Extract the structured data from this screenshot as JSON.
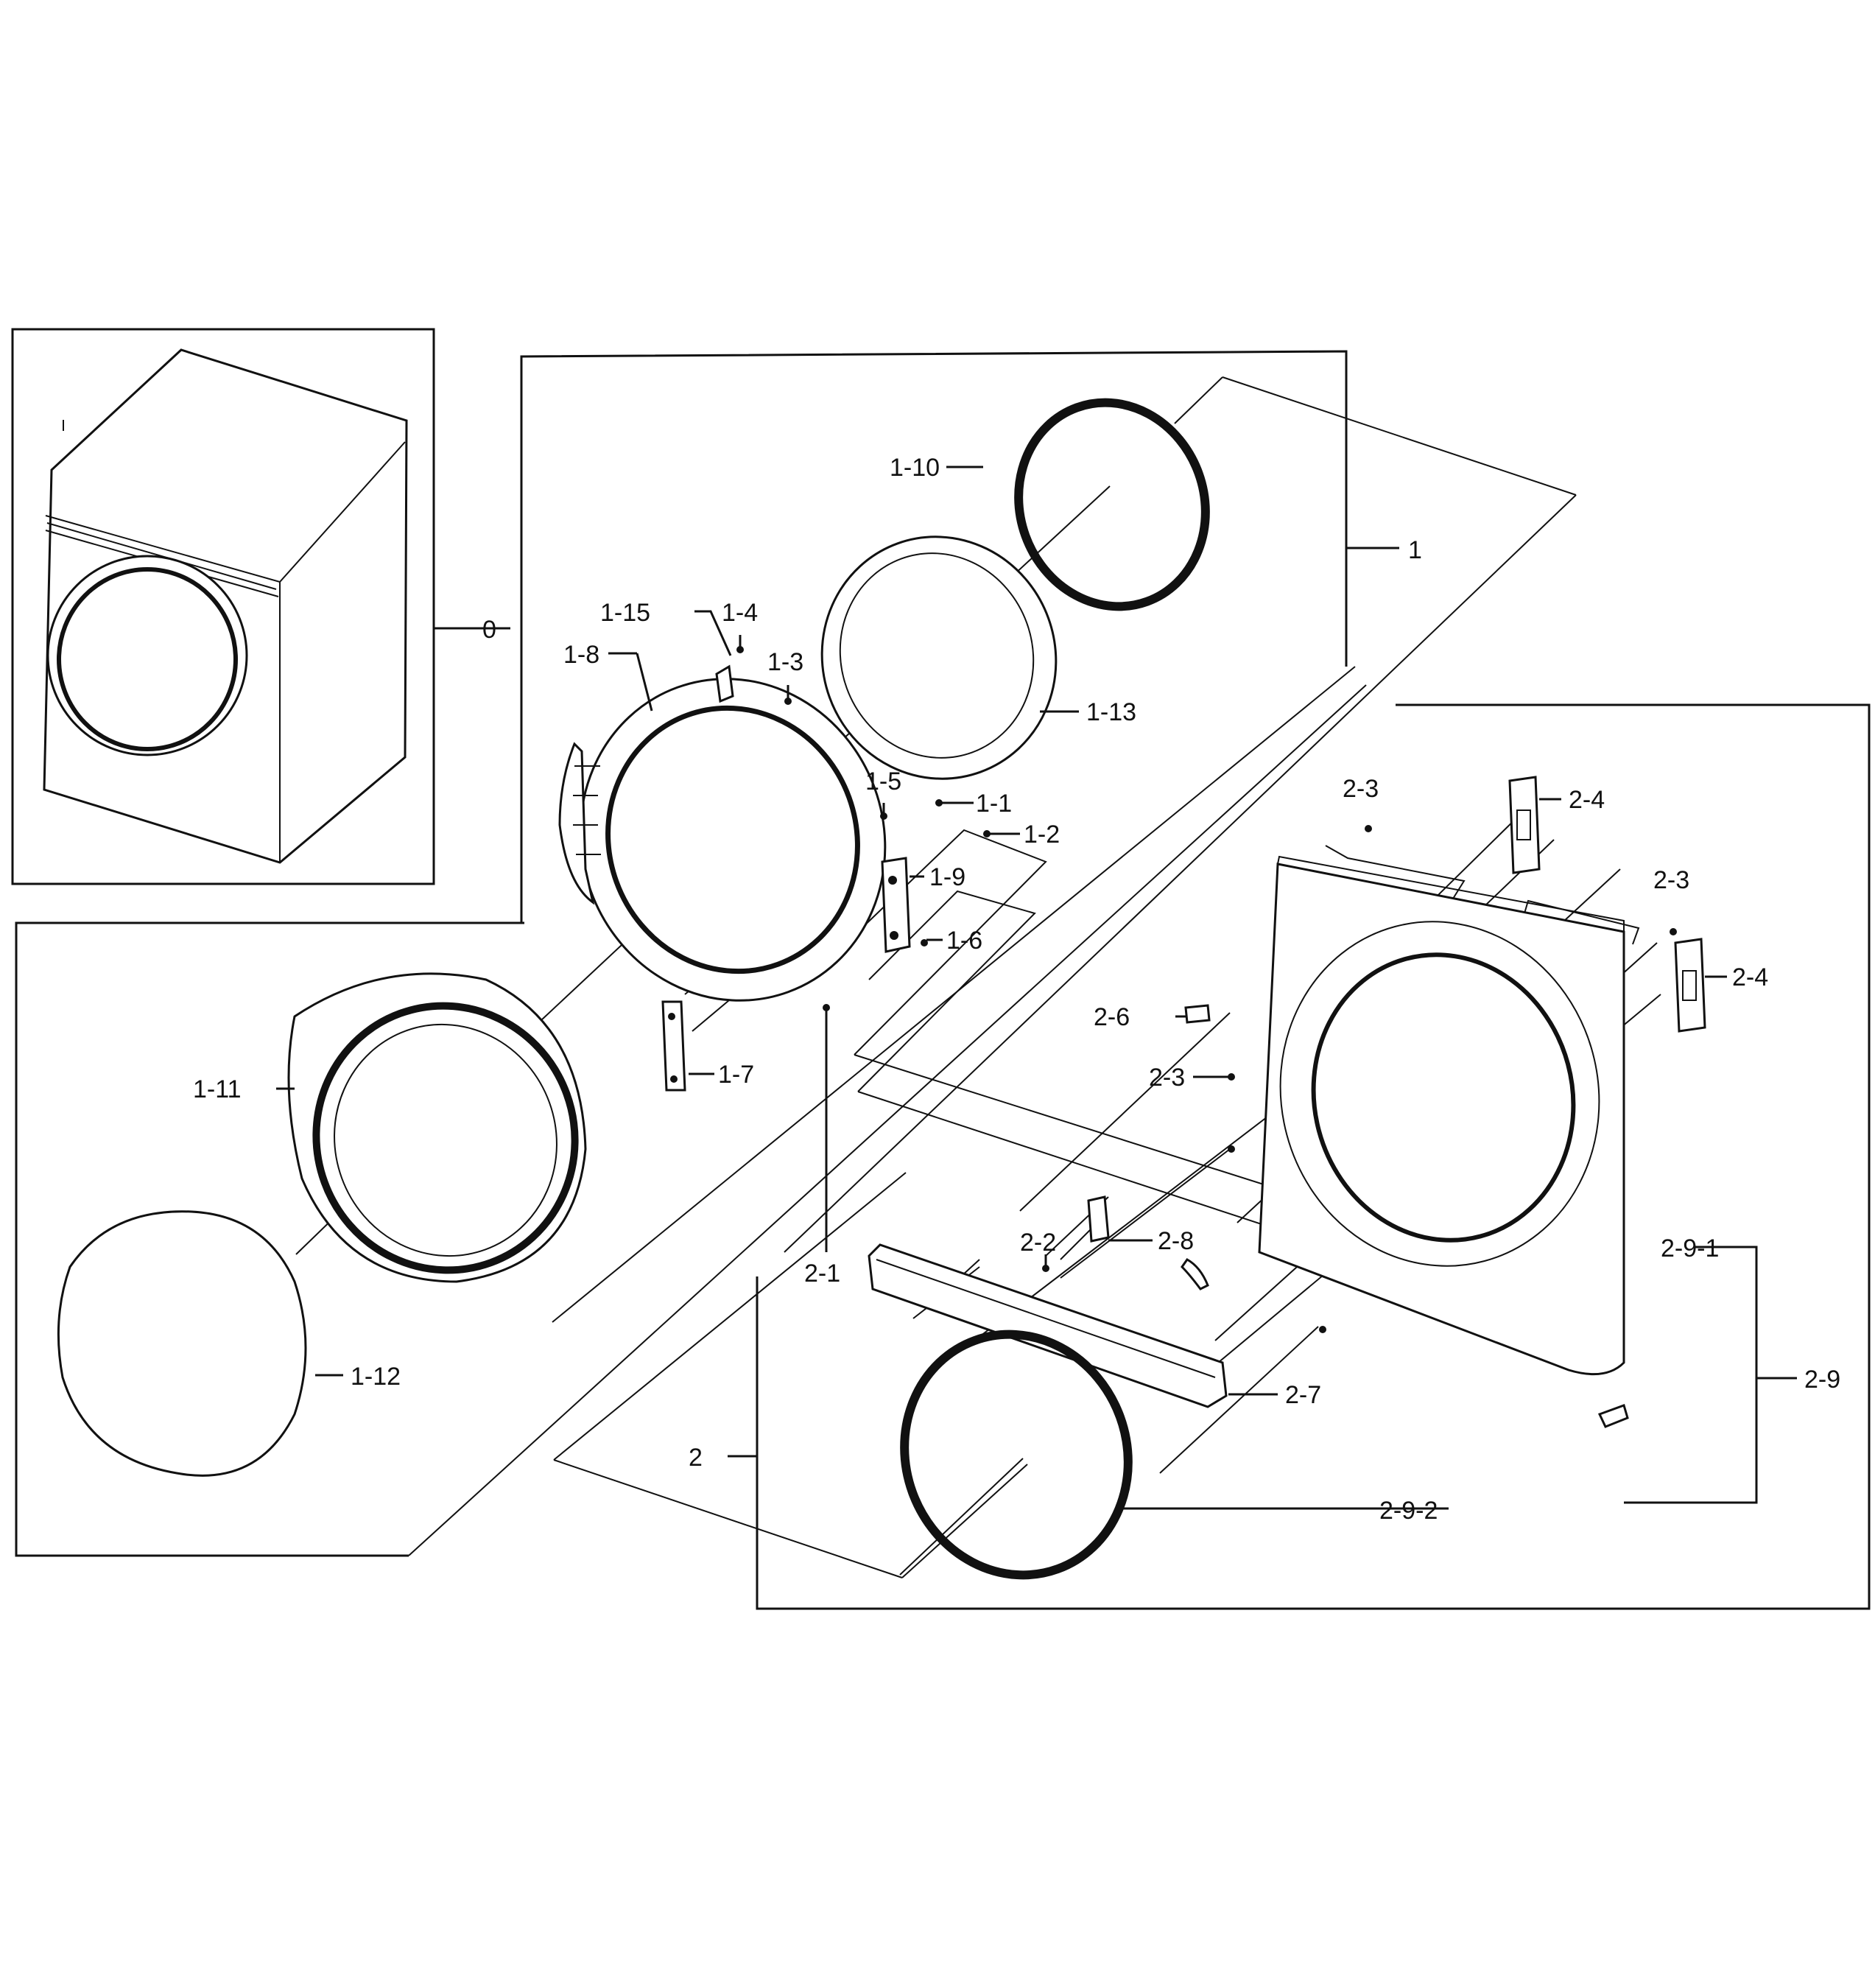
{
  "callouts": {
    "c0": "0",
    "c1": "1",
    "c1_1": "1-1",
    "c1_2": "1-2",
    "c1_3": "1-3",
    "c1_4": "1-4",
    "c1_5": "1-5",
    "c1_6": "1-6",
    "c1_7": "1-7",
    "c1_8": "1-8",
    "c1_9": "1-9",
    "c1_10": "1-10",
    "c1_11": "1-11",
    "c1_12": "1-12",
    "c1_13": "1-13",
    "c1_15": "1-15",
    "c2": "2",
    "c2_1": "2-1",
    "c2_2": "2-2",
    "c2_3": "2-3",
    "c2_4": "2-4",
    "c2_6": "2-6",
    "c2_7": "2-7",
    "c2_8": "2-8",
    "c2_9": "2-9",
    "c2_9_1": "2-9-1",
    "c2_9_2": "2-9-2"
  }
}
